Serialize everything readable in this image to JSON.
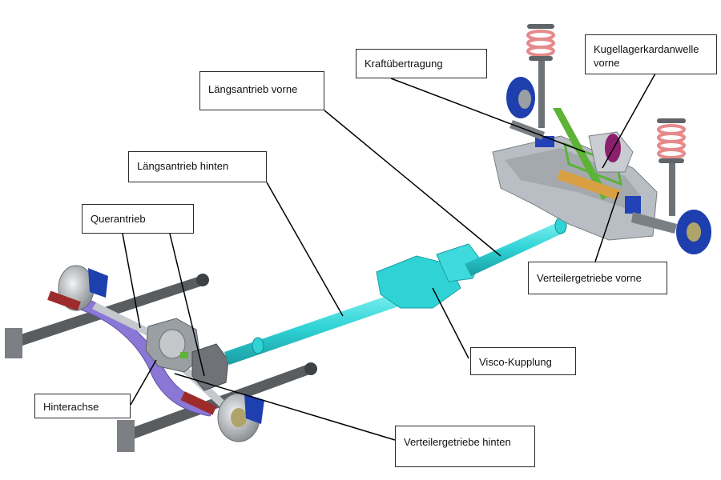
{
  "diagram": {
    "labels": {
      "kraftuebertragung": "Kraftübertragung",
      "kugellagerkardanwelle_vorne": "Kugellagerkardanwelle\nvorne",
      "laengsantrieb_vorne": "Längsantrieb vorne",
      "laengsantrieb_hinten": "Längsantrieb hinten",
      "querantrieb": "Querantrieb",
      "verteilergetriebe_vorne": "Verteilergetriebe vorne",
      "visco_kupplung": "Visco-Kupplung",
      "hinterachse": "Hinterachse",
      "verteilergetriebe_hinten": "Verteilergetriebe hinten"
    },
    "colors": {
      "driveshaft": "#2fd3d6",
      "subframe": "#b9bec4",
      "beam": "#5a5d60",
      "spring": "#e58a8a",
      "brake": "#1e3fae",
      "green_part": "#5cb336",
      "gearbox": "#9a9fa4",
      "line": "#000000"
    }
  }
}
